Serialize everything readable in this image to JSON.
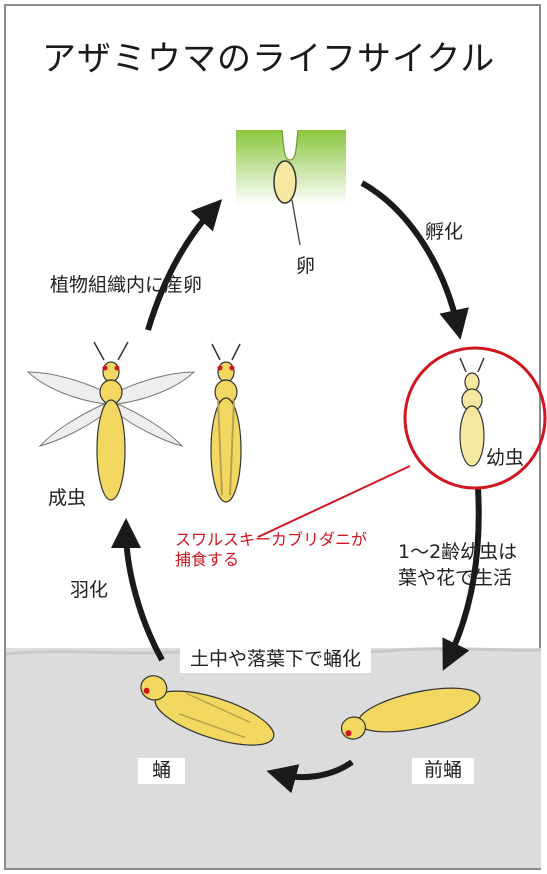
{
  "title": "アザミウマのライフサイクル",
  "labels": {
    "egg": "卵",
    "hatching": "孵化",
    "oviposition": "植物組織内に産卵",
    "adult": "成虫",
    "larva": "幼虫",
    "predator_line1": "スワルスキーカブリダニが",
    "predator_line2": "捕食する",
    "larva_stage_line1": "1〜2齢幼虫は",
    "larva_stage_line2": "葉や花で生活",
    "emergence": "羽化",
    "soil_pupation": "土中や落葉下で蛹化",
    "pupa": "蛹",
    "prepupa": "前蛹"
  },
  "colors": {
    "plant_green": "#8cc63f",
    "insect_yellow": "#f2d860",
    "highlight_red": "#d0161f",
    "ground_gray": "#dcdcdc"
  }
}
